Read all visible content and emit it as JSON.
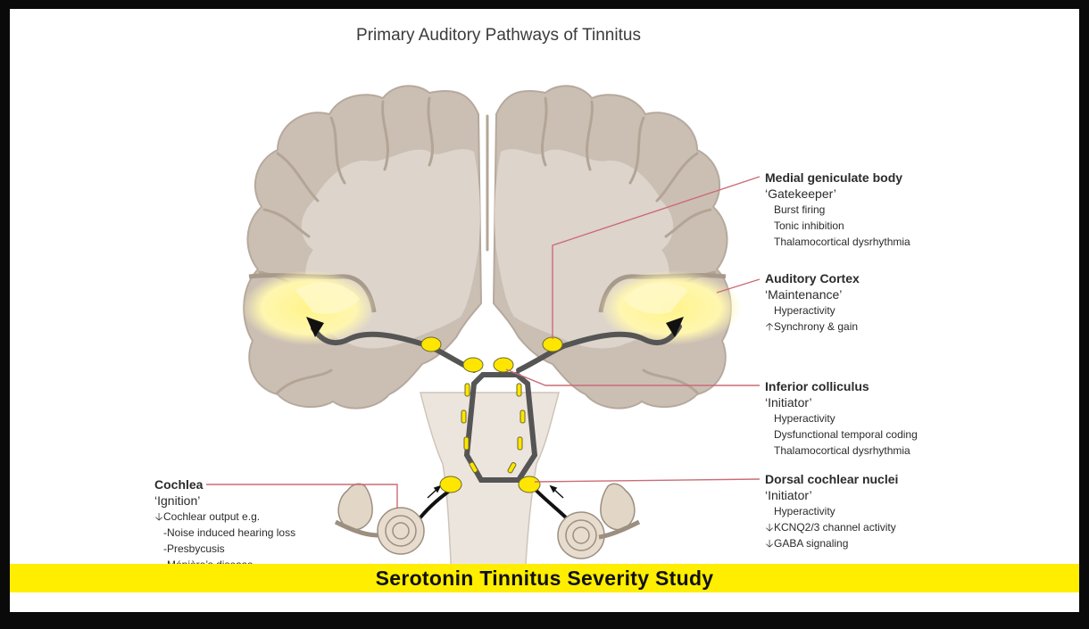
{
  "title": "Primary Auditory Pathways of Tinnitus",
  "banner": "Serotonin Tinnitus Severity Study",
  "colors": {
    "brain_fill": "#cbbfb4",
    "brain_white_matter": "#ddd4cb",
    "pathway": "#555555",
    "nuclei": "#ffe600",
    "cortex_highlight": "#fff6a0",
    "leader_line": "#cc6b76",
    "banner": "#ffee00"
  },
  "labels": {
    "mgb": {
      "head": "Medial geniculate body",
      "role": "‘Gatekeeper’",
      "items": [
        "Burst firing",
        "Tonic inhibition",
        "Thalamocortical dysrhythmia"
      ]
    },
    "auditory_cortex": {
      "head": "Auditory Cortex",
      "role": "‘Maintenance’",
      "items": [
        "Hyperactivity",
        "Synchrony & gain"
      ],
      "items_arrow": [
        "",
        "up"
      ]
    },
    "inferior_colliculus": {
      "head": "Inferior colliculus",
      "role": "‘Initiator’",
      "items": [
        "Hyperactivity",
        "Dysfunctional temporal coding",
        "Thalamocortical dysrhythmia"
      ]
    },
    "dcn": {
      "head": "Dorsal cochlear nuclei",
      "role": "‘Initiator’",
      "items": [
        "Hyperactivity",
        "KCNQ2/3 channel activity",
        "GABA signaling"
      ],
      "items_arrow": [
        "",
        "down",
        "down"
      ]
    },
    "cochlea": {
      "head": "Cochlea",
      "role": "‘Ignition’",
      "intro": "Cochlear output e.g.",
      "intro_arrow": "down",
      "items": [
        "-Noise induced hearing loss",
        "-Presbycusis",
        "-Ménière’s disease"
      ]
    }
  }
}
